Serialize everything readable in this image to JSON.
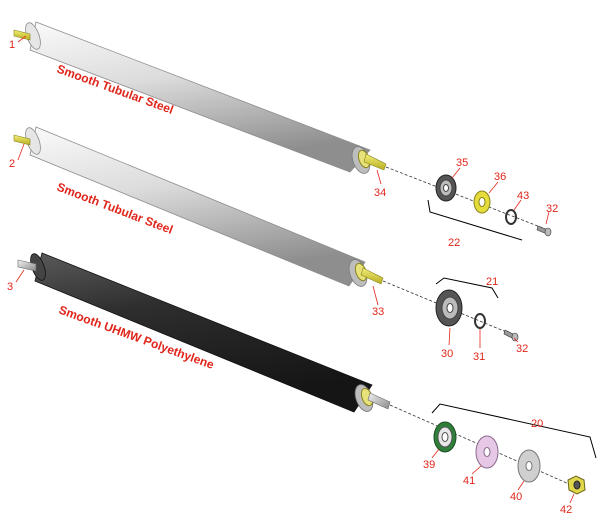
{
  "roller_labels": {
    "roller_1": "Smooth Tubular Steel",
    "roller_2": "Smooth Tubular Steel",
    "roller_3": "Smooth UHMW Polyethylene"
  },
  "callouts": {
    "c1": "1",
    "c2": "2",
    "c3": "3",
    "c34": "34",
    "c35": "35",
    "c36": "36",
    "c43": "43",
    "c32a": "32",
    "c22": "22",
    "c33": "33",
    "c21": "21",
    "c30": "30",
    "c31": "31",
    "c32b": "32",
    "c20": "20",
    "c39": "39",
    "c41": "41",
    "c40": "40",
    "c42": "42"
  },
  "colors": {
    "label_red": "#e0251b",
    "steel_light": "#eaeaea",
    "steel_dark": "#9a9a9a",
    "uhmw_dark": "#2f2f2f",
    "shaft_yellow": "#d9d23a",
    "seal_green": "#2f7f3a",
    "washer_pink": "#e6c7e6",
    "washer_gray": "#cfcfcf"
  }
}
